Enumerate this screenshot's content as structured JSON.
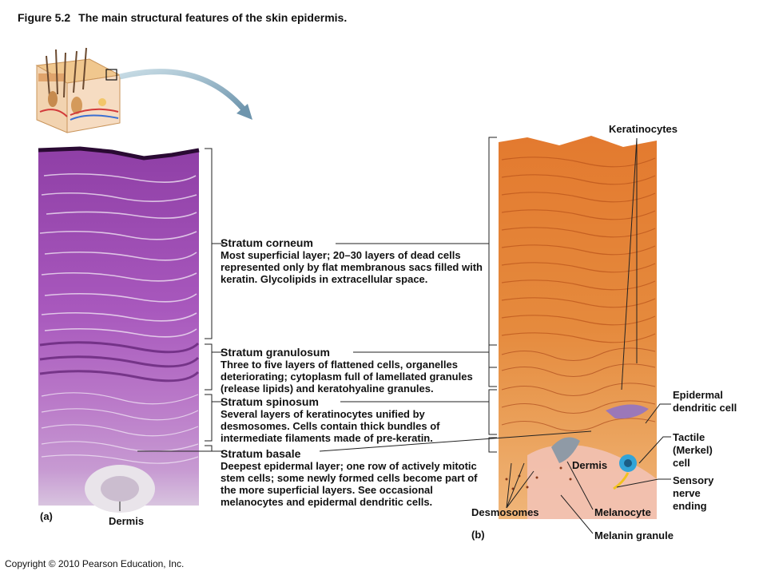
{
  "title": {
    "figure_number": "Figure 5.2",
    "caption": "The main structural features of the skin epidermis."
  },
  "layers": [
    {
      "name": "Stratum corneum",
      "description": "Most superficial layer; 20–30 layers of dead cells represented only by flat membranous sacs filled with keratin. Glycolipids in extracellular space."
    },
    {
      "name": "Stratum granulosum",
      "description": "Three to five layers of flattened cells, organelles deteriorating; cytoplasm full of lamellated granules (release lipids) and keratohyaline granules."
    },
    {
      "name": "Stratum spinosum",
      "description": "Several layers of keratinocytes unified by desmosomes. Cells contain thick bundles of intermediate filaments made of pre-keratin."
    },
    {
      "name": "Stratum basale",
      "description": "Deepest epidermal layer; one row of actively mitotic stem cells; some newly formed cells become part of the more superficial layers. See occasional melanocytes and epidermal dendritic cells."
    }
  ],
  "panel_a": {
    "label": "(a)",
    "dermis_label": "Dermis"
  },
  "panel_b": {
    "label": "(b)",
    "labels": {
      "keratinocytes": "Keratinocytes",
      "epidermal_dendritic_cell": "Epidermal dendritic cell",
      "tactile_cell": "Tactile (Merkel) cell",
      "sensory_nerve_ending": "Sensory nerve ending",
      "dermis": "Dermis",
      "desmosomes": "Desmosomes",
      "melanocyte": "Melanocyte",
      "melanin_granule": "Melanin granule"
    }
  },
  "copyright": "Copyright © 2010 Pearson Education, Inc."
}
